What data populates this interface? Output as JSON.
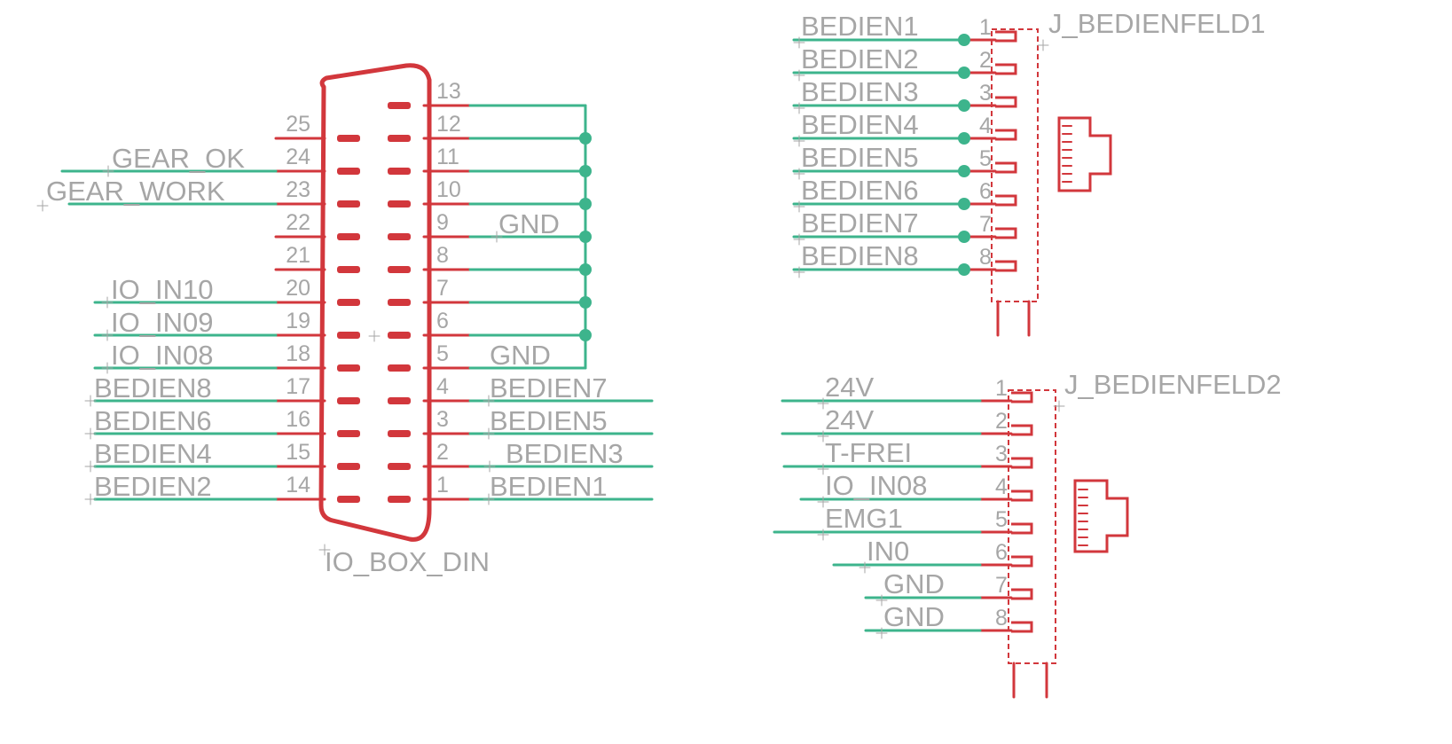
{
  "colors": {
    "part": "#d2373c",
    "net": "#3db48c",
    "text": "#a6a6a6",
    "background": "#ffffff"
  },
  "dsub": {
    "name": "IO_BOX_DIN",
    "left_pins": [
      {
        "pin": "25",
        "net": ""
      },
      {
        "pin": "24",
        "net": "GEAR_OK"
      },
      {
        "pin": "23",
        "net": "GEAR_WORK"
      },
      {
        "pin": "22",
        "net": ""
      },
      {
        "pin": "21",
        "net": ""
      },
      {
        "pin": "20",
        "net": "IO_IN10"
      },
      {
        "pin": "19",
        "net": "IO_IN09"
      },
      {
        "pin": "18",
        "net": "IO_IN08"
      },
      {
        "pin": "17",
        "net": "BEDIEN8"
      },
      {
        "pin": "16",
        "net": "BEDIEN6"
      },
      {
        "pin": "15",
        "net": "BEDIEN4"
      },
      {
        "pin": "14",
        "net": "BEDIEN2"
      }
    ],
    "right_pins": [
      {
        "pin": "13",
        "net": ""
      },
      {
        "pin": "12",
        "net": ""
      },
      {
        "pin": "11",
        "net": ""
      },
      {
        "pin": "10",
        "net": ""
      },
      {
        "pin": "9",
        "net": "GND"
      },
      {
        "pin": "8",
        "net": ""
      },
      {
        "pin": "7",
        "net": ""
      },
      {
        "pin": "6",
        "net": ""
      },
      {
        "pin": "5",
        "net": "GND"
      },
      {
        "pin": "4",
        "net": "BEDIEN7"
      },
      {
        "pin": "3",
        "net": "BEDIEN5"
      },
      {
        "pin": "2",
        "net": "BEDIEN3"
      },
      {
        "pin": "1",
        "net": "BEDIEN1"
      }
    ]
  },
  "connectors": [
    {
      "name": "J_BEDIENFELD1",
      "pins": [
        {
          "pin": "1",
          "net": "BEDIEN1"
        },
        {
          "pin": "2",
          "net": "BEDIEN2"
        },
        {
          "pin": "3",
          "net": "BEDIEN3"
        },
        {
          "pin": "4",
          "net": "BEDIEN4"
        },
        {
          "pin": "5",
          "net": "BEDIEN5"
        },
        {
          "pin": "6",
          "net": "BEDIEN6"
        },
        {
          "pin": "7",
          "net": "BEDIEN7"
        },
        {
          "pin": "8",
          "net": "BEDIEN8"
        }
      ]
    },
    {
      "name": "J_BEDIENFELD2",
      "pins": [
        {
          "pin": "1",
          "net": "24V"
        },
        {
          "pin": "2",
          "net": "24V"
        },
        {
          "pin": "3",
          "net": "T-FREI"
        },
        {
          "pin": "4",
          "net": "IO_IN08"
        },
        {
          "pin": "5",
          "net": "EMG1"
        },
        {
          "pin": "6",
          "net": "IN0"
        },
        {
          "pin": "7",
          "net": "GND"
        },
        {
          "pin": "8",
          "net": "GND"
        }
      ]
    }
  ]
}
